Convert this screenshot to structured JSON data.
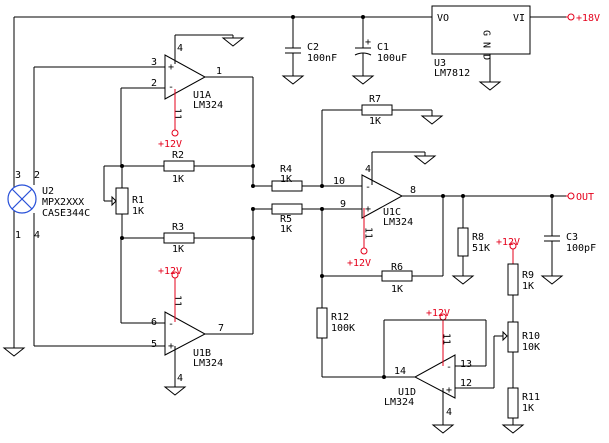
{
  "opamps": [
    {
      "ref": "U1A",
      "part": "LM324",
      "pin_plus": "3",
      "pin_minus": "2",
      "pin_out": "1",
      "pin_vcc": "4",
      "pin_vee": "11"
    },
    {
      "ref": "U1B",
      "part": "LM324",
      "pin_plus": "5",
      "pin_minus": "6",
      "pin_out": "7",
      "pin_vcc": "11",
      "pin_vee": "4"
    },
    {
      "ref": "U1C",
      "part": "LM324",
      "pin_plus": "9",
      "pin_minus": "10",
      "pin_out": "8",
      "pin_vcc": "4",
      "pin_vee": "11"
    },
    {
      "ref": "U1D",
      "part": "LM324",
      "pin_plus": "12",
      "pin_minus": "13",
      "pin_out": "14",
      "pin_vcc": "11",
      "pin_vee": "4"
    }
  ],
  "resistors": [
    {
      "ref": "R1",
      "value": "1K"
    },
    {
      "ref": "R2",
      "value": "1K"
    },
    {
      "ref": "R3",
      "value": "1K"
    },
    {
      "ref": "R4",
      "value": "1K"
    },
    {
      "ref": "R5",
      "value": "1K"
    },
    {
      "ref": "R6",
      "value": "1K"
    },
    {
      "ref": "R7",
      "value": "1K"
    },
    {
      "ref": "R8",
      "value": "51K"
    },
    {
      "ref": "R9",
      "value": "1K"
    },
    {
      "ref": "R10",
      "value": "10K"
    },
    {
      "ref": "R11",
      "value": "1K"
    },
    {
      "ref": "R12",
      "value": "100K"
    }
  ],
  "capacitors": [
    {
      "ref": "C1",
      "value": "100uF",
      "polarity": "+"
    },
    {
      "ref": "C2",
      "value": "100nF"
    },
    {
      "ref": "C3",
      "value": "100pF"
    }
  ],
  "regulator": {
    "ref": "U3",
    "part": "LM7812",
    "pin_out": "VO",
    "pin_in": "VI",
    "pin_gnd": "G N D"
  },
  "sensor": {
    "ref": "U2",
    "part": "MPX2XXX",
    "package": "CASE344C",
    "pins": [
      "1",
      "2",
      "3",
      "4"
    ]
  },
  "rails": {
    "supply": "+12V",
    "input": "+18V",
    "output": "OUT"
  },
  "colors": {
    "wire": "#000000",
    "supply": "#e4001b",
    "background": "#ffffff"
  }
}
